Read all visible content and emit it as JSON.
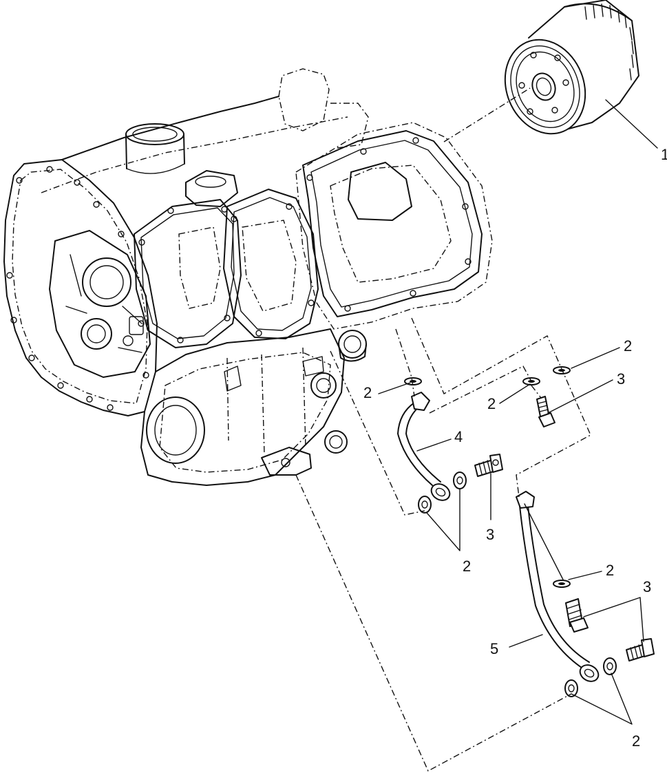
{
  "callouts": {
    "filter": "1",
    "washer_a": "2",
    "washer_b": "2",
    "washer_c": "2",
    "washer_d": "2",
    "washer_e": "2",
    "washer_f": "2",
    "bolt_a": "3",
    "bolt_b": "3",
    "bolt_c": "3",
    "line_upper": "4",
    "line_lower": "5"
  },
  "colors": {
    "line": "#111111",
    "background": "#ffffff"
  }
}
